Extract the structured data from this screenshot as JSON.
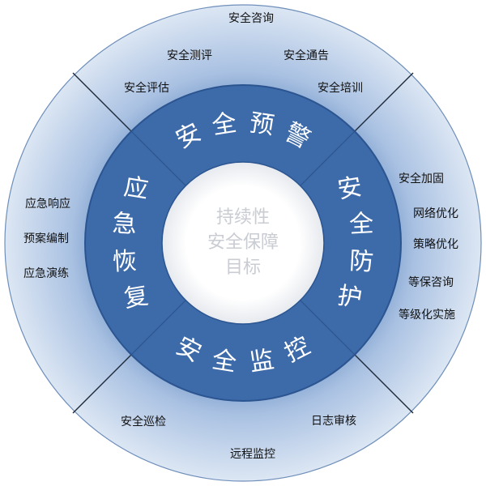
{
  "colors": {
    "outer_ring_light": "#dde7f4",
    "outer_ring_dark": "#4d79b5",
    "middle_ring": "#3d6aa8",
    "middle_ring_edge": "#2b5591",
    "center_fill": "#ffffff",
    "center_text": "#c9ccd2",
    "divider": "#1e2a3a",
    "outer_text": "#111111",
    "middle_text": "#ffffff"
  },
  "center": {
    "lines": [
      "持续性",
      "安全保障",
      "目标"
    ]
  },
  "middle_ring": {
    "top": "安全预警",
    "right": "安全防护",
    "bottom": "安全监控",
    "left": "应急恢复"
  },
  "outer_ring": {
    "top": [
      "安全咨询",
      "安全测评",
      "安全通告",
      "安全评估",
      "安全培训"
    ],
    "right": [
      "安全加固",
      "网络优化",
      "策略优化",
      "等保咨询",
      "等级化实施"
    ],
    "bottom": [
      "安全巡检",
      "日志审核",
      "远程监控"
    ],
    "left": [
      "应急响应",
      "预案编制",
      "应急演练"
    ]
  }
}
